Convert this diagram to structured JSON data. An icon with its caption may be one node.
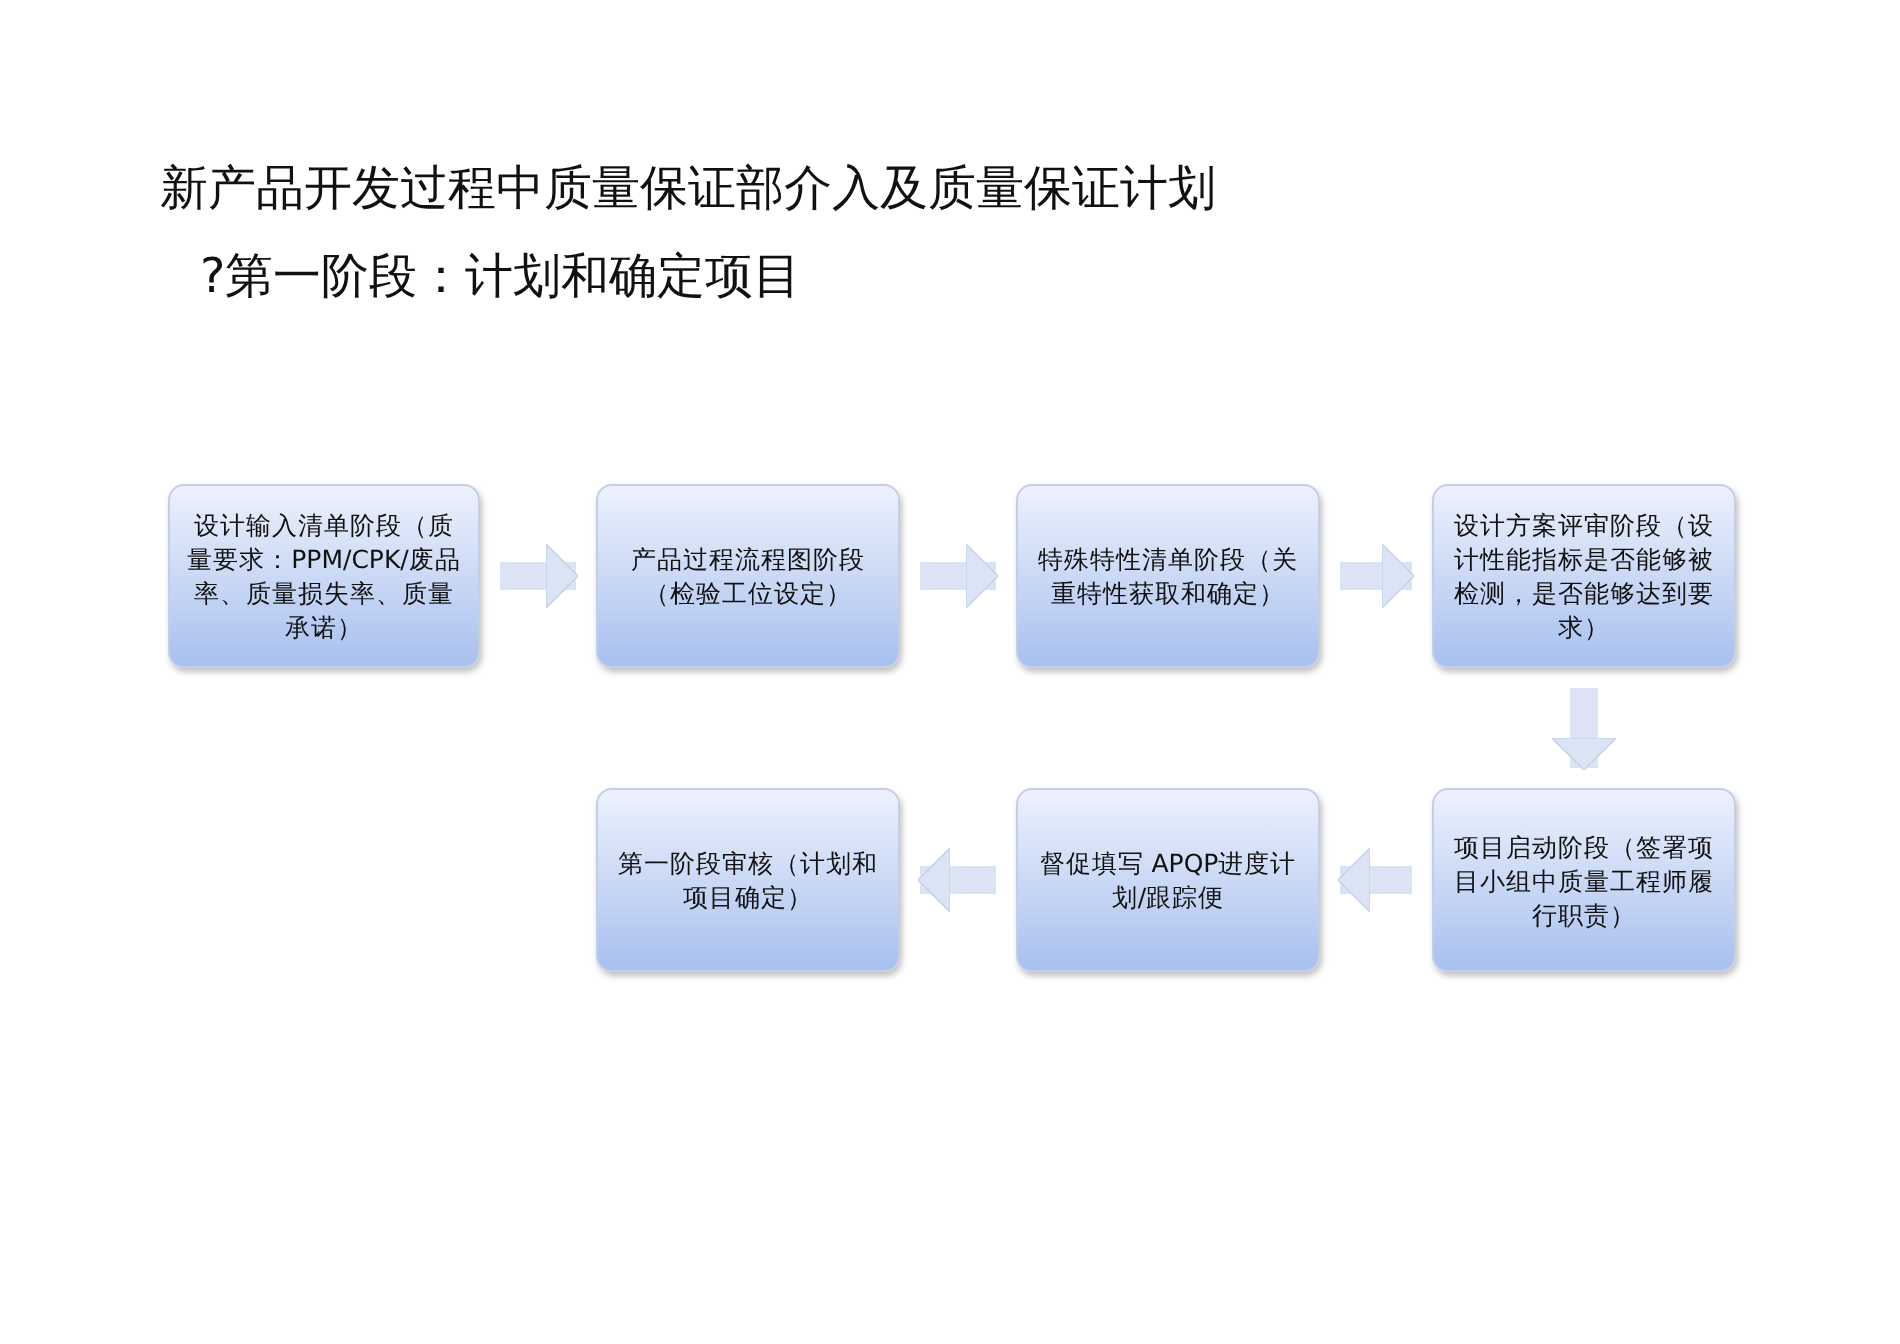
{
  "diagram": {
    "title": "新产品开发过程中质量保证部介入及质量保证计划",
    "nodes": [
      {
        "text": [
          "设计输入清单阶段（质量要求：PPM/CPK/废品率、质量损失率、质量承诺）"
        ]
      },
      {
        "text": [
          "产品过程流程图阶段（检验工位设定）"
        ]
      },
      {
        "text": [
          "特殊特性清单阶段（关重特性获取和确定）"
        ]
      },
      {
        "text": [
          "设计方案评审阶段（设计性能指标是否能够被检测，是否能够达到要求）"
        ]
      },
      {
        "text": [
          "项目启动阶段（签署项目小组中质量工程师履行职责）"
        ]
      },
      {
        "text": [
          "督促填写 APQP进度计划/跟踪便"
        ]
      },
      {
        "text": [
          "第一阶段审核（计划和项目确定）"
        ]
      }
    ],
    "edges": [
      {
        "from": 0,
        "to": 1,
        "arrow": "to"
      },
      {
        "from": 1,
        "to": 2,
        "arrow": "to"
      },
      {
        "from": 2,
        "to": 3,
        "arrow": "to"
      },
      {
        "from": 3,
        "to": 4,
        "arrow": "to"
      },
      {
        "from": 4,
        "to": 5,
        "arrow": "to"
      },
      {
        "from": 5,
        "to": 6,
        "arrow": "to"
      }
    ],
    "labels": [
      "?第一阶段：计划和确定项目"
    ]
  }
}
